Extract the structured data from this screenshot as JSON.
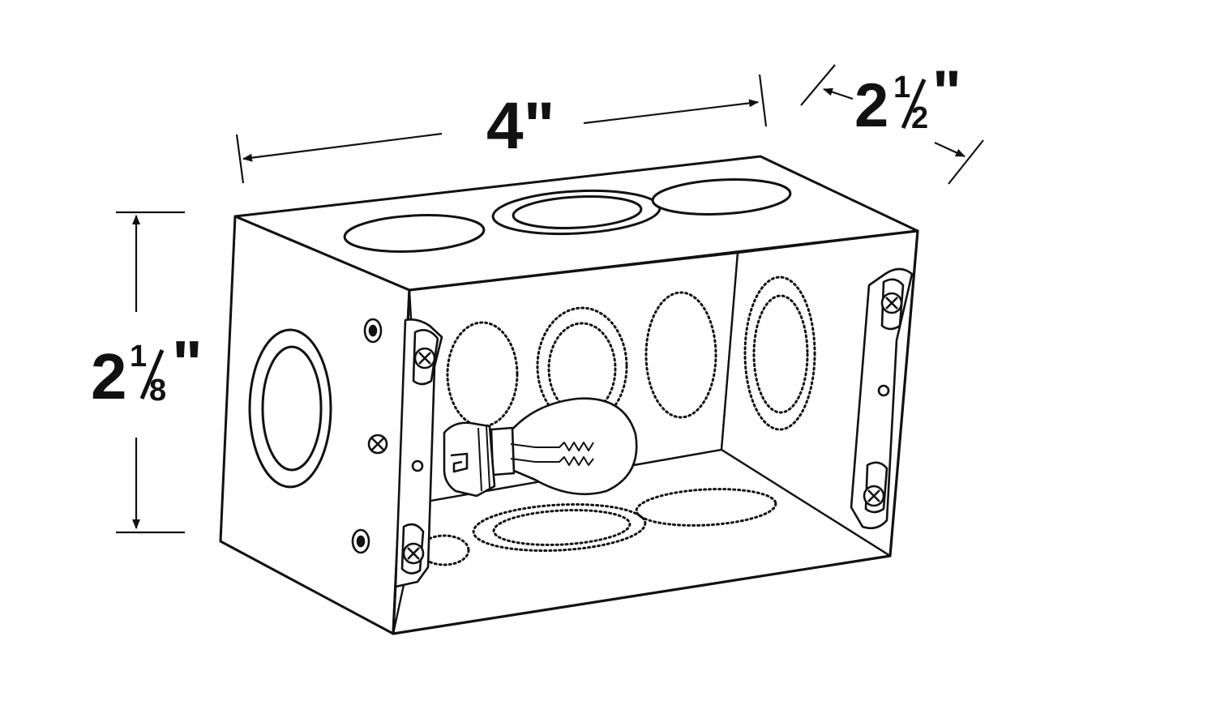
{
  "dimensions": {
    "width": {
      "whole": "4",
      "mark": "\""
    },
    "depth": {
      "whole": "2",
      "num": "1",
      "den": "2",
      "mark": "\""
    },
    "height": {
      "whole": "2",
      "num": "1",
      "den": "8",
      "mark": "\""
    }
  },
  "colors": {
    "line": "#111111",
    "background": "#ffffff"
  }
}
